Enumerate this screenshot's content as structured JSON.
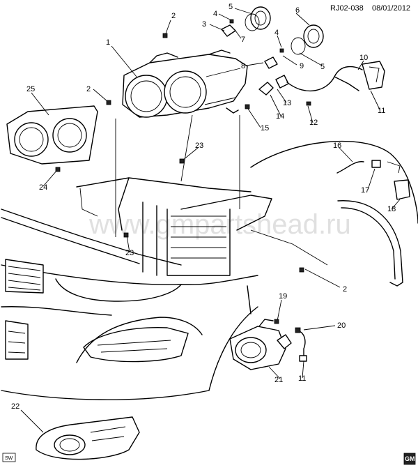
{
  "header": {
    "diagram_id": "RJ02-038",
    "date": "08/01/2012"
  },
  "watermark": "www.gmpartshead.ru",
  "badge": "SW",
  "logo": "GM",
  "callouts": [
    {
      "id": "c1",
      "label": "1"
    },
    {
      "id": "c2a",
      "label": "2"
    },
    {
      "id": "c2b",
      "label": "2"
    },
    {
      "id": "c2c",
      "label": "2"
    },
    {
      "id": "c3",
      "label": "3"
    },
    {
      "id": "c4a",
      "label": "4"
    },
    {
      "id": "c4b",
      "label": "4"
    },
    {
      "id": "c5a",
      "label": "5"
    },
    {
      "id": "c5b",
      "label": "5"
    },
    {
      "id": "c6",
      "label": "6"
    },
    {
      "id": "c7",
      "label": "7"
    },
    {
      "id": "c8",
      "label": "8"
    },
    {
      "id": "c9",
      "label": "9"
    },
    {
      "id": "c10",
      "label": "10"
    },
    {
      "id": "c11a",
      "label": "11"
    },
    {
      "id": "c11b",
      "label": "11"
    },
    {
      "id": "c12",
      "label": "12"
    },
    {
      "id": "c13",
      "label": "13"
    },
    {
      "id": "c14",
      "label": "14"
    },
    {
      "id": "c15",
      "label": "15"
    },
    {
      "id": "c16",
      "label": "16"
    },
    {
      "id": "c17",
      "label": "17"
    },
    {
      "id": "c18",
      "label": "18"
    },
    {
      "id": "c19",
      "label": "19"
    },
    {
      "id": "c20",
      "label": "20"
    },
    {
      "id": "c21",
      "label": "21"
    },
    {
      "id": "c22",
      "label": "22"
    },
    {
      "id": "c23a",
      "label": "23"
    },
    {
      "id": "c23b",
      "label": "23"
    },
    {
      "id": "c24",
      "label": "24"
    },
    {
      "id": "c25",
      "label": "25"
    }
  ]
}
